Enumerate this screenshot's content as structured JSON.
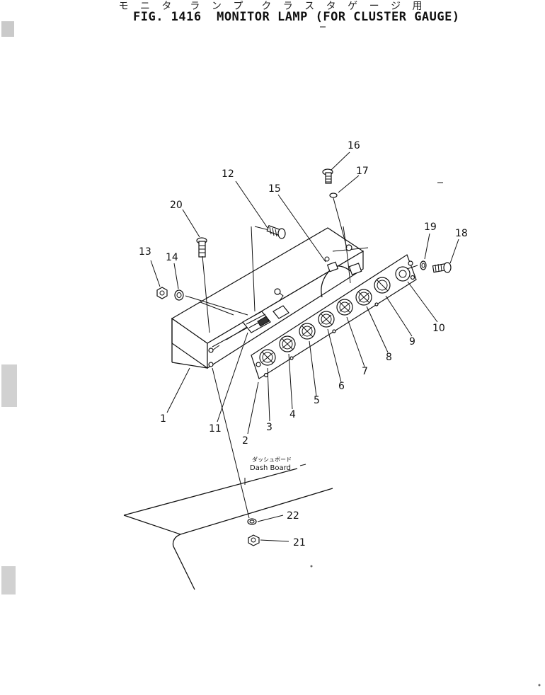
{
  "figure": {
    "title_jp": "モ ニ タ　ラ ン プ　ク ラ ス タ ゲ ー ジ 用",
    "title_en": "FIG. 1416  MONITOR LAMP (FOR CLUSTER GAUGE)"
  },
  "dash_board": {
    "label_jp": "ダッシュボード",
    "label_en": "Dash Board"
  },
  "callouts": [
    {
      "id": "1",
      "label": "1"
    },
    {
      "id": "2",
      "label": "2"
    },
    {
      "id": "3",
      "label": "3"
    },
    {
      "id": "4",
      "label": "4"
    },
    {
      "id": "5",
      "label": "5"
    },
    {
      "id": "6",
      "label": "6"
    },
    {
      "id": "7",
      "label": "7"
    },
    {
      "id": "8",
      "label": "8"
    },
    {
      "id": "9",
      "label": "9"
    },
    {
      "id": "10",
      "label": "10"
    },
    {
      "id": "11",
      "label": "11"
    },
    {
      "id": "12",
      "label": "12"
    },
    {
      "id": "13",
      "label": "13"
    },
    {
      "id": "14",
      "label": "14"
    },
    {
      "id": "15",
      "label": "15"
    },
    {
      "id": "16",
      "label": "16"
    },
    {
      "id": "17",
      "label": "17"
    },
    {
      "id": "18",
      "label": "18"
    },
    {
      "id": "19",
      "label": "19"
    },
    {
      "id": "20",
      "label": "20"
    },
    {
      "id": "21",
      "label": "21"
    },
    {
      "id": "22",
      "label": "22"
    }
  ]
}
